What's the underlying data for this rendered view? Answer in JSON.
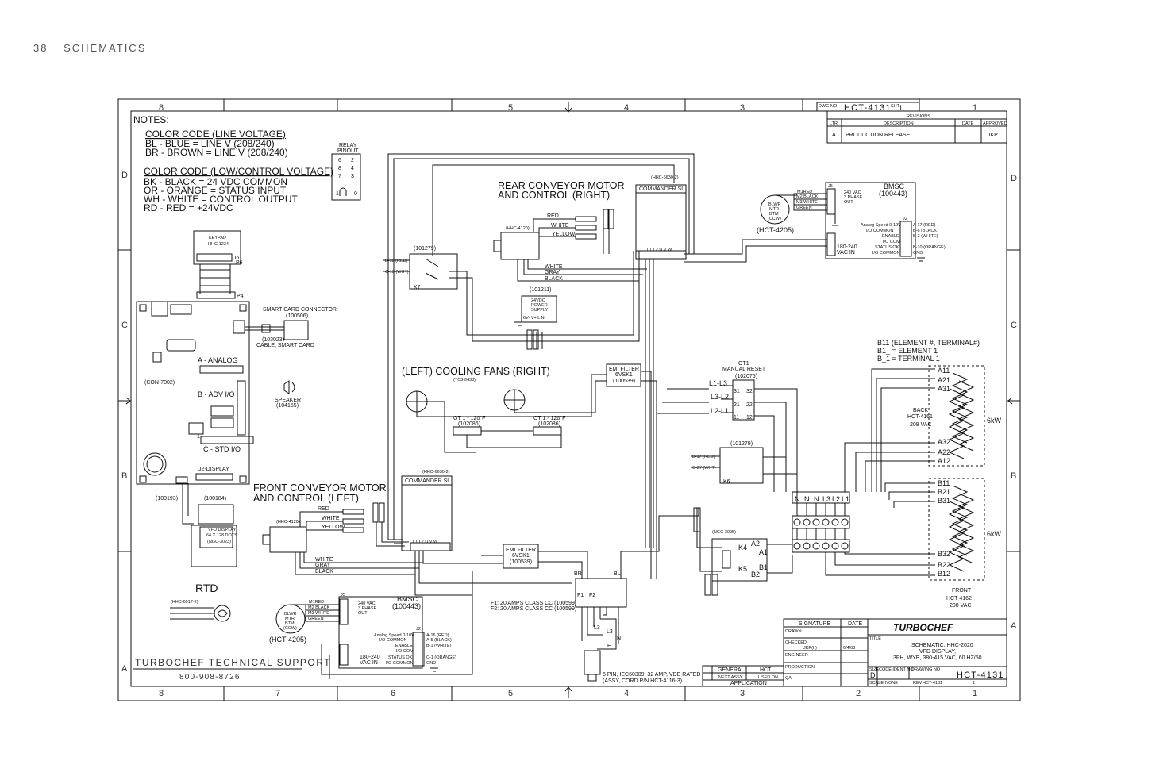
{
  "header": {
    "page_number": "38",
    "section": "SCHEMATICS"
  },
  "grid": {
    "top_columns": [
      "8",
      "5",
      "4",
      "3",
      "1"
    ],
    "bottom_columns": [
      "8",
      "7",
      "6",
      "5",
      "4",
      "3",
      "2",
      "1"
    ],
    "left_rows": [
      "D",
      "C",
      "B",
      "A"
    ],
    "right_rows": [
      "D",
      "C",
      "B",
      "A"
    ]
  },
  "notes": {
    "heading": "NOTES:",
    "line_voltage_title": "COLOR CODE (LINE VOLTAGE)",
    "line_voltage": [
      "BL - BLUE = LINE V (208/240)",
      "BR - BROWN = LINE V (208/240)"
    ],
    "low_voltage_title": "COLOR CODE (LOW/CONTROL VOLTAGE)",
    "low_voltage": [
      "BK - BLACK = 24 VDC COMMON",
      "OR - ORANGE = STATUS INPUT",
      "WH - WHITE = CONTROL OUTPUT",
      "RD - RED = +24VDC"
    ]
  },
  "relay_pinout": {
    "label": [
      "RELAY",
      "PINOUT"
    ],
    "pins": [
      "6",
      "2",
      "8",
      "4",
      "7",
      "3",
      "1",
      "0"
    ]
  },
  "title_block_top": {
    "dwg_no_label": "DWG NO",
    "dwg_no": "HCT-4131",
    "sht_label": "SHT",
    "sht": "1",
    "revisions_label": "REVISIONS",
    "rev_headers": [
      "LTR",
      "DESCRIPTION",
      "DATE",
      "APPROVED"
    ],
    "rev_row": [
      "A",
      "PRODUCTION RELEASE",
      "",
      "JKP"
    ]
  },
  "components": {
    "keypad": [
      "KEYPAD",
      "HHC-1234"
    ],
    "j6": "J6",
    "p6": "P6",
    "p4": "P4",
    "con": "(CON-7002)",
    "analog": "A - ANALOG",
    "adv_io": "B - ADV I/O",
    "std_io": "C - STD I/O",
    "j2_display": "J2-DISPLAY",
    "one": "1",
    "smart_card": [
      "SMART CARD CONNECTOR",
      "(100506)"
    ],
    "smart_cable": [
      "(103023)",
      "CABLE, SMART CARD"
    ],
    "speaker": [
      "SPEAKER",
      "(104155)"
    ],
    "c1193": "(100193)",
    "c1184": "(100184)",
    "vfd_display": [
      "VFD DISPLAY",
      "64 X 128 DOTS",
      "(NGC-3023)"
    ],
    "rtd": "RTD",
    "hhc6517": "(HHC-6517-2)",
    "hct4205_lower": "(HCT-4205)",
    "hct4205_upper": "(HCT-4205)",
    "blwr_mtr": [
      "BLWR",
      "MTR",
      "BTM",
      "(CCW)"
    ],
    "m_wires": [
      "M1RED",
      "M2 BLACK",
      "M3 WHITE",
      "GREEN"
    ],
    "bmsc_lower": [
      "BMSC",
      "(100443)"
    ],
    "bmsc_upper": [
      "BMSC",
      "(100443)"
    ],
    "j5": "J5",
    "j2": "J2",
    "vac_240": [
      "240 VAC",
      "3 PHASE",
      "OUT"
    ],
    "vac_180": [
      "180-240",
      "VAC IN"
    ],
    "analog_speed": [
      "Analog Speed 0-10V",
      "I/O COMMON",
      "ENABLE",
      "I/O COM",
      "STATUS OK",
      "I/O COMMON"
    ],
    "j2_wires": [
      "A-16 (RED)",
      "A-5 (BLACK)",
      "B-1 (WHITE)",
      "",
      "C-1 (ORANGE)",
      "GND"
    ],
    "j2_wires_upper": [
      "A-17 (RED)",
      "B-6 (BLACK)",
      "B-2 (WHITE)",
      "",
      "B-10 (ORANGE)",
      "GND"
    ],
    "rear_conveyor": [
      "REAR CONVEYOR MOTOR",
      "AND CONTROL (RIGHT)"
    ],
    "front_conveyor": [
      "FRONT CONVEYOR MOTOR",
      "AND CONTROL (LEFT)"
    ],
    "commander_sl": "COMMANDER SL",
    "hhc6630": "(HHC-6630-2)",
    "hhc4120": "(HHC-4120)",
    "motor_wires": [
      "RED",
      "WHITE",
      "YELLOW"
    ],
    "motor_leads": [
      "WHITE",
      "GRAY",
      "BLACK"
    ],
    "l1l2": "L1 L2 U V W",
    "k7": "K7",
    "k6": "K6",
    "c101279": "(101279)",
    "c101279b": "(101279)",
    "b18": "B-18 (RED)",
    "c13": "C-13 (WHT)",
    "b17": "B-17 (RED)",
    "c27": "C-27 (WHT)",
    "psu": [
      "(101211)",
      "24VDC",
      "POWER",
      "SUPPLY"
    ],
    "psu_pins": "0V- V+ L N",
    "cooling_fans": "(LEFT) COOLING FANS (RIGHT)",
    "tc3": "(TC3-0433)",
    "ot1_left": [
      "OT 1 - 120°F",
      "(102086)"
    ],
    "ot1_right": [
      "OT 1 - 120°F",
      "(102086)"
    ],
    "emi_upper": [
      "EMI FILTER",
      "6VSK1",
      "(100539)"
    ],
    "emi_lower": [
      "EMI FILTER",
      "6VSK1",
      "(100539)"
    ],
    "ot1_manual": [
      "OT1",
      "MANUAL RESET",
      "(102075)"
    ],
    "lines": [
      "L1-L3",
      "L3-L2",
      "L2-L1"
    ],
    "ot_terms": [
      "31",
      "32",
      "21",
      "22",
      "11",
      "12"
    ],
    "ngc3005": "(NGC-3005)",
    "k4": "K4",
    "k5": "K5",
    "a2": "A2",
    "a1": "A1",
    "b1": "B1",
    "b2": "B2",
    "terminal_block": [
      "N",
      "N",
      "N",
      "L3",
      "L2",
      "L1"
    ],
    "b11_note": [
      "B11 (ELEMENT #, TERMINAL#)",
      "B1_ = ELEMENT 1",
      "B_1 = TERMINAL 1"
    ],
    "back_terms": [
      "A11",
      "A21",
      "A31",
      "A32",
      "A22",
      "A12"
    ],
    "back_label": [
      "BACK",
      "HCT-4161",
      "208 VAC"
    ],
    "front_terms": [
      "B11",
      "B21",
      "B31",
      "B32",
      "B22",
      "B12"
    ],
    "front_label": [
      "FRONT",
      "HCT-4162",
      "208 VAC"
    ],
    "kw": "6kW",
    "fuses": [
      "F1: 20 AMPS CLASS CC (100599)",
      "F2: 20 AMPS CLASS CC (100599)"
    ],
    "br": "BR",
    "bl": "BL",
    "f1": "F1",
    "f2": "F2",
    "l3": "L3",
    "n": "N",
    "e": "E",
    "power_cord": [
      "5 PIN, IEC60309, 32 AMP, VDE RATED",
      "(ASSY, CORD P/N HCT-4116-3)"
    ]
  },
  "support": {
    "label": "TURBOCHEF TECHNICAL SUPPORT",
    "phone": "800-908-8726"
  },
  "title_block": {
    "signature": "SIGNATURE",
    "date": "DATE",
    "drawn": "DRAWN",
    "checked": "CHECKED",
    "checked_by": "JKP(II)",
    "checked_date": "6/4/08",
    "engineer": "ENGINEER",
    "production": "PRODUCTION",
    "qa": "QA",
    "title_label": "TITLE",
    "title": [
      "SCHEMATIC, HHC-2020",
      "VFD DISPLAY,",
      "3PH, WYE, 380-415 VAC, 60 HZ/50"
    ],
    "size_label": "SIZE",
    "size": "D",
    "code_ident_label": "CODE IDENT NO",
    "drawing_no_label": "DRAWING NO",
    "drawing_no": "HCT-4131",
    "scale_label": "SCALE",
    "scale": "NONE",
    "rev_label": "REV",
    "rev": "HCT-4131",
    "sheet": "1",
    "application": "APPLICATION",
    "general": "GENERAL",
    "hct": "HCT",
    "next_assy": "NEXT ASSY",
    "used_on": "USED ON"
  },
  "logo": "TURBOCHEF"
}
